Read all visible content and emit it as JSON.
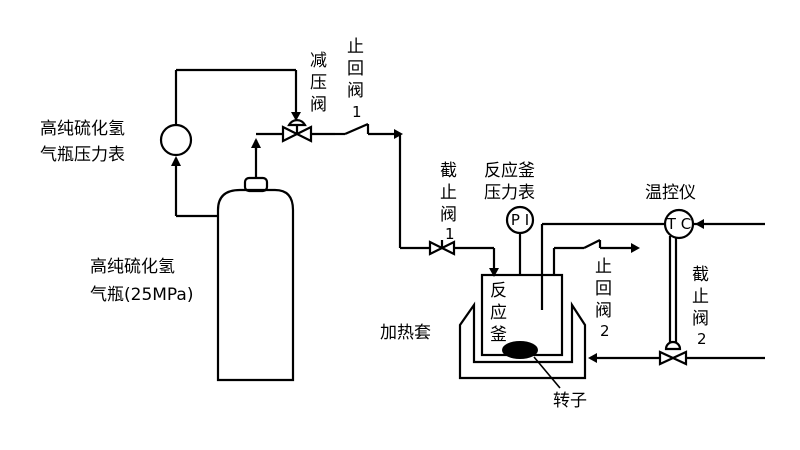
{
  "labels": {
    "cylinder_gauge": [
      "高纯硫化氢",
      "气瓶压力表"
    ],
    "cylinder": [
      "高纯硫化氢",
      "气瓶(25MPa)"
    ],
    "reducing_valve": [
      "减",
      "压",
      "阀"
    ],
    "check_valve_1": [
      "止",
      "回",
      "阀",
      "1"
    ],
    "stop_valve_1": [
      "截",
      "止",
      "阀",
      "1"
    ],
    "reactor_gauge": [
      "反应釜",
      "压力表"
    ],
    "temp_controller": "温控仪",
    "check_valve_2": [
      "止",
      "回",
      "阀",
      "2"
    ],
    "stop_valve_2": [
      "截",
      "止",
      "阀",
      "2"
    ],
    "heating_jacket": "加热套",
    "reactor": [
      "反",
      "应",
      "釜"
    ],
    "stirrer": "转子",
    "pi_symbol": "P I",
    "tc_symbol": "T C"
  }
}
